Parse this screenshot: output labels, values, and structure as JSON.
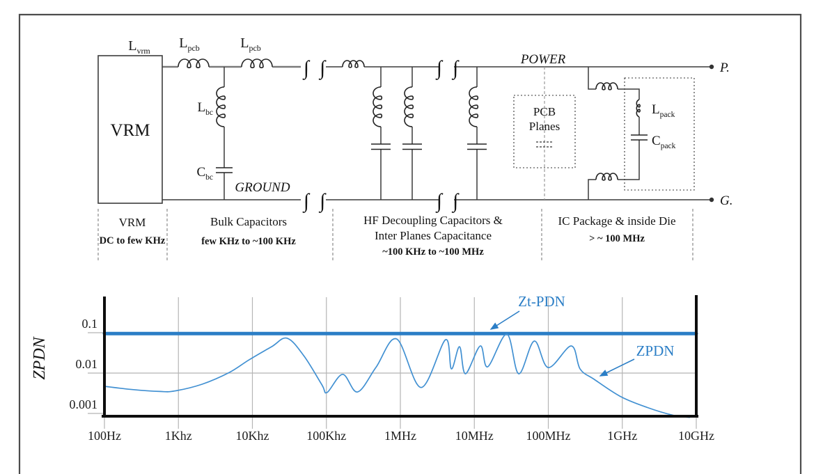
{
  "circuit": {
    "vrm_box_label": "VRM",
    "labels": {
      "l_vrm": {
        "main": "L",
        "sub": "vrm"
      },
      "l_pcb1": {
        "main": "L",
        "sub": "pcb"
      },
      "l_pcb2": {
        "main": "L",
        "sub": "pcb"
      },
      "l_bc": {
        "main": "L",
        "sub": "bc"
      },
      "c_bc": {
        "main": "C",
        "sub": "bc"
      },
      "l_pack": {
        "main": "L",
        "sub": "pack"
      },
      "c_pack": {
        "main": "C",
        "sub": "pack"
      }
    },
    "power_label": "POWER",
    "ground_label": "GROUND",
    "p_terminal": "P.",
    "g_terminal": "G.",
    "pcb_planes": {
      "line1": "PCB",
      "line2": "Planes"
    },
    "break_symbol": "∫ ∫",
    "sections": [
      {
        "title": "VRM",
        "range": "DC to few KHz"
      },
      {
        "title": "Bulk Capacitors",
        "range": "few KHz to ~100 KHz"
      },
      {
        "title": "HF Decoupling Capacitors &",
        "title2": "Inter Planes Capacitance",
        "range": "~100 KHz to ~100 MHz"
      },
      {
        "title": "IC Package & inside Die",
        "range": "> ~ 100 MHz"
      }
    ]
  },
  "chart_data": {
    "type": "line",
    "x_scale": "log",
    "y_scale": "log",
    "title": "",
    "xlabel": "",
    "ylabel": "ZPDN",
    "grid": true,
    "xlim_logf": [
      2,
      10
    ],
    "ylim": [
      0.001,
      0.2
    ],
    "x_ticks": [
      "100Hz",
      "1Khz",
      "10Khz",
      "100Khz",
      "1MHz",
      "10MHz",
      "100MHz",
      "1GHz",
      "10GHz"
    ],
    "x_tick_logf": [
      2,
      3,
      4,
      5,
      6,
      7,
      8,
      9,
      10
    ],
    "y_ticks": [
      "0.1",
      "0.01",
      "0.001"
    ],
    "y_tick_values": [
      0.1,
      0.01,
      0.001
    ],
    "legend_position": "inline-annotations",
    "series": [
      {
        "name": "Zt-PDN",
        "color": "#2b7ec6",
        "stroke_width": 5,
        "points": [
          [
            2,
            0.095
          ],
          [
            10,
            0.095
          ]
        ]
      },
      {
        "name": "ZPDN",
        "color": "#4190d2",
        "stroke_width": 1.7,
        "points": [
          [
            2.0,
            0.0047
          ],
          [
            2.38,
            0.0039
          ],
          [
            2.75,
            0.0035
          ],
          [
            2.95,
            0.0036
          ],
          [
            3.32,
            0.0053
          ],
          [
            3.69,
            0.0104
          ],
          [
            3.95,
            0.021
          ],
          [
            4.26,
            0.045
          ],
          [
            4.47,
            0.073
          ],
          [
            4.7,
            0.026
          ],
          [
            4.94,
            0.0051
          ],
          [
            5.01,
            0.0033
          ],
          [
            5.22,
            0.0093
          ],
          [
            5.42,
            0.0034
          ],
          [
            5.67,
            0.0138
          ],
          [
            5.95,
            0.07
          ],
          [
            6.28,
            0.0044
          ],
          [
            6.61,
            0.067
          ],
          [
            6.69,
            0.0127
          ],
          [
            6.8,
            0.045
          ],
          [
            6.88,
            0.0096
          ],
          [
            7.08,
            0.047
          ],
          [
            7.18,
            0.0143
          ],
          [
            7.44,
            0.092
          ],
          [
            7.6,
            0.0096
          ],
          [
            7.81,
            0.062
          ],
          [
            8.0,
            0.0137
          ],
          [
            8.31,
            0.047
          ],
          [
            8.43,
            0.0126
          ],
          [
            8.62,
            0.007
          ],
          [
            8.98,
            0.0026
          ],
          [
            9.34,
            0.0014
          ],
          [
            9.69,
            0.0009
          ],
          [
            9.91,
            0.0008
          ]
        ]
      }
    ]
  }
}
